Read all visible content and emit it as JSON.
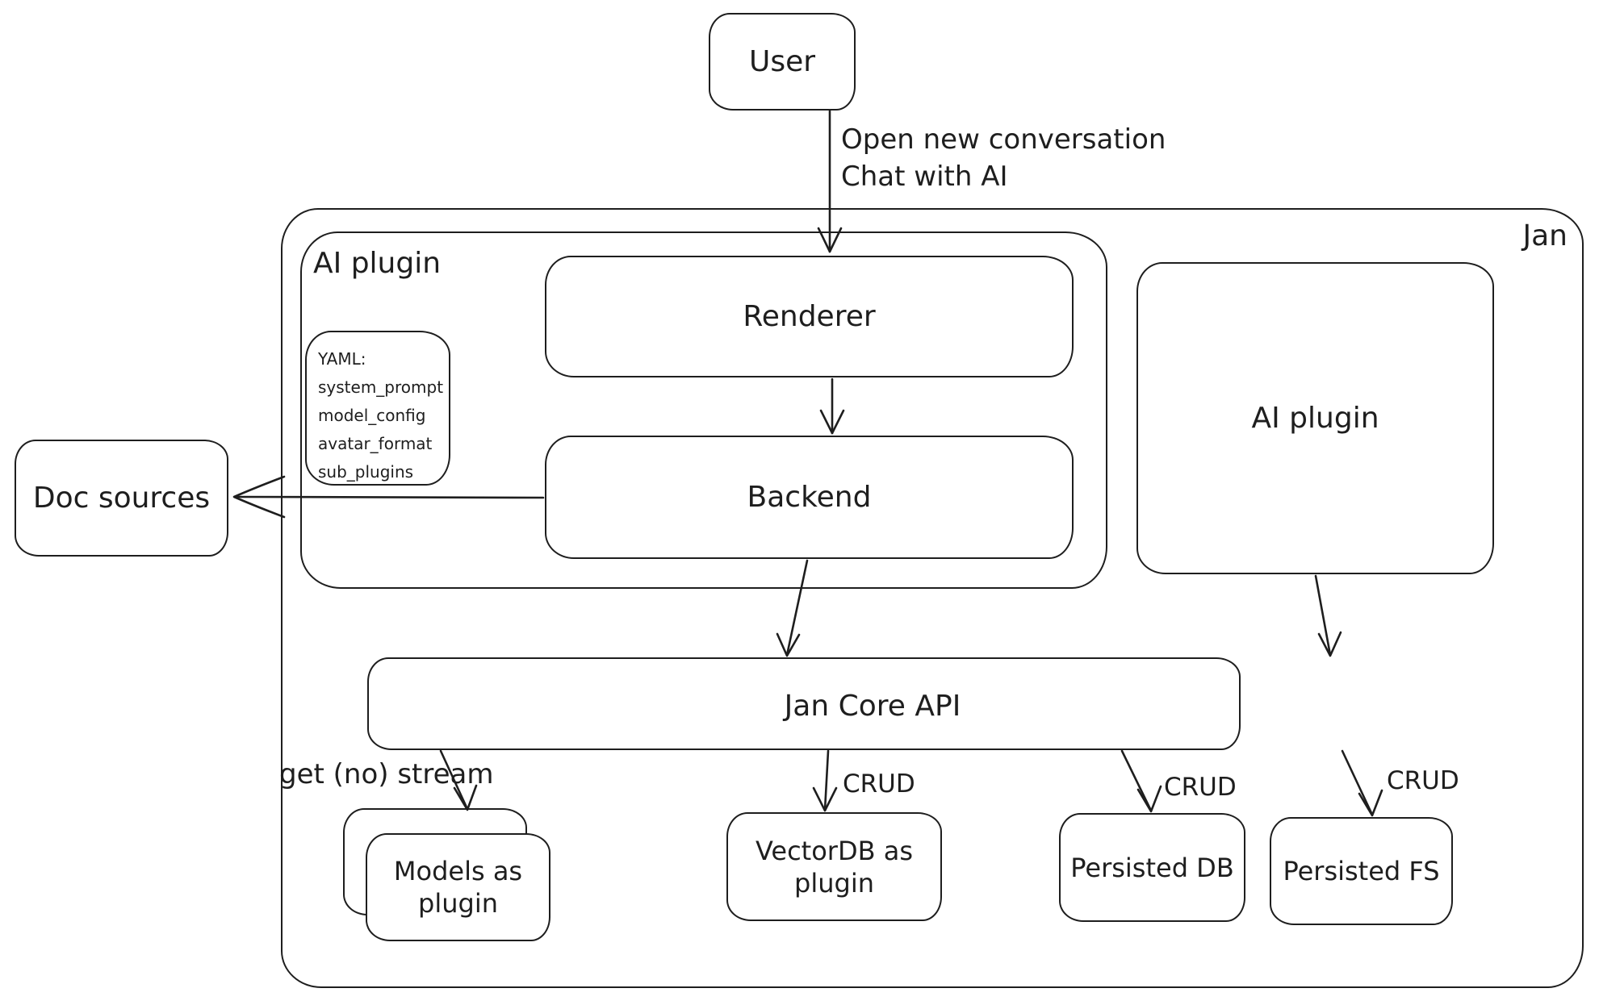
{
  "diagram": {
    "background": "#ffffff",
    "stroke_color": "#1e1e1e"
  },
  "nodes": {
    "user": {
      "label": "User"
    },
    "jan_container": {
      "label": "Jan"
    },
    "ai_plugin_container": {
      "label": "AI plugin"
    },
    "renderer": {
      "label": "Renderer"
    },
    "backend": {
      "label": "Backend"
    },
    "yaml_note": {
      "text": "YAML:\nsystem_prompt\nmodel_config\navatar_format\nsub_plugins"
    },
    "ai_plugin_right": {
      "label": "AI plugin"
    },
    "doc_sources": {
      "label": "Doc sources"
    },
    "jan_core_api": {
      "label": "Jan Core API"
    },
    "models_as_plugin": {
      "label": "Models as plugin"
    },
    "vectordb_as_plugin": {
      "label": "VectorDB as plugin"
    },
    "persisted_db": {
      "label": "Persisted DB"
    },
    "persisted_fs": {
      "label": "Persisted FS"
    }
  },
  "edge_labels": {
    "user_to_renderer": "Open new conversation\nChat with AI",
    "jan_core_to_models": "get (no) stream",
    "jan_core_to_vectordb": "CRUD",
    "jan_core_to_persisted_db": "CRUD",
    "jan_core_to_persisted_fs": "CRUD"
  }
}
